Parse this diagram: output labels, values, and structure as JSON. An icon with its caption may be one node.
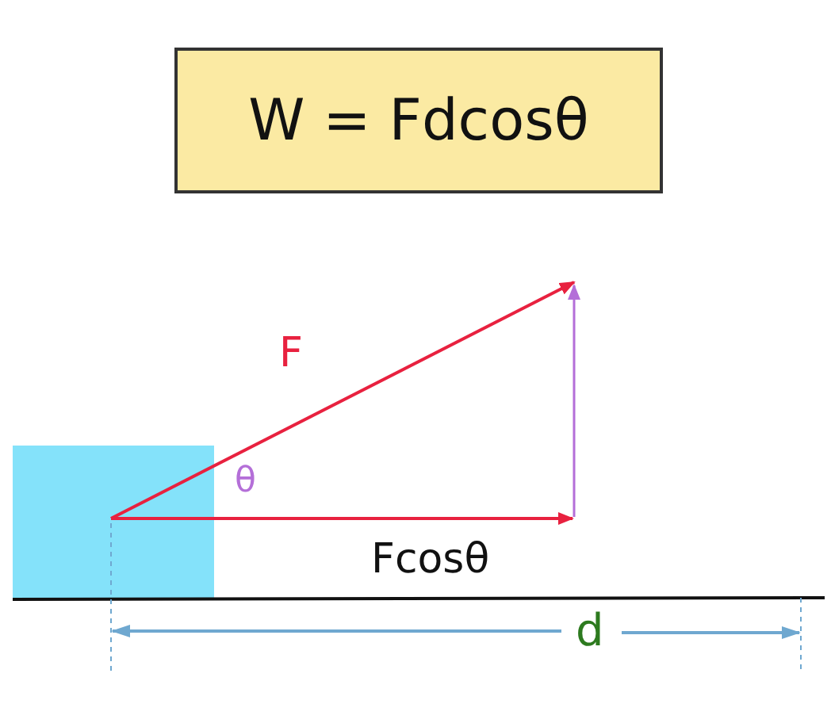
{
  "diagram": {
    "nodes": [
      {
        "text": [
          "W = Fdcosθ"
        ]
      },
      {
        "text": [],
        "shape": "box"
      }
    ],
    "labels": [
      "F",
      "θ",
      "Fcosθ",
      "d"
    ]
  }
}
